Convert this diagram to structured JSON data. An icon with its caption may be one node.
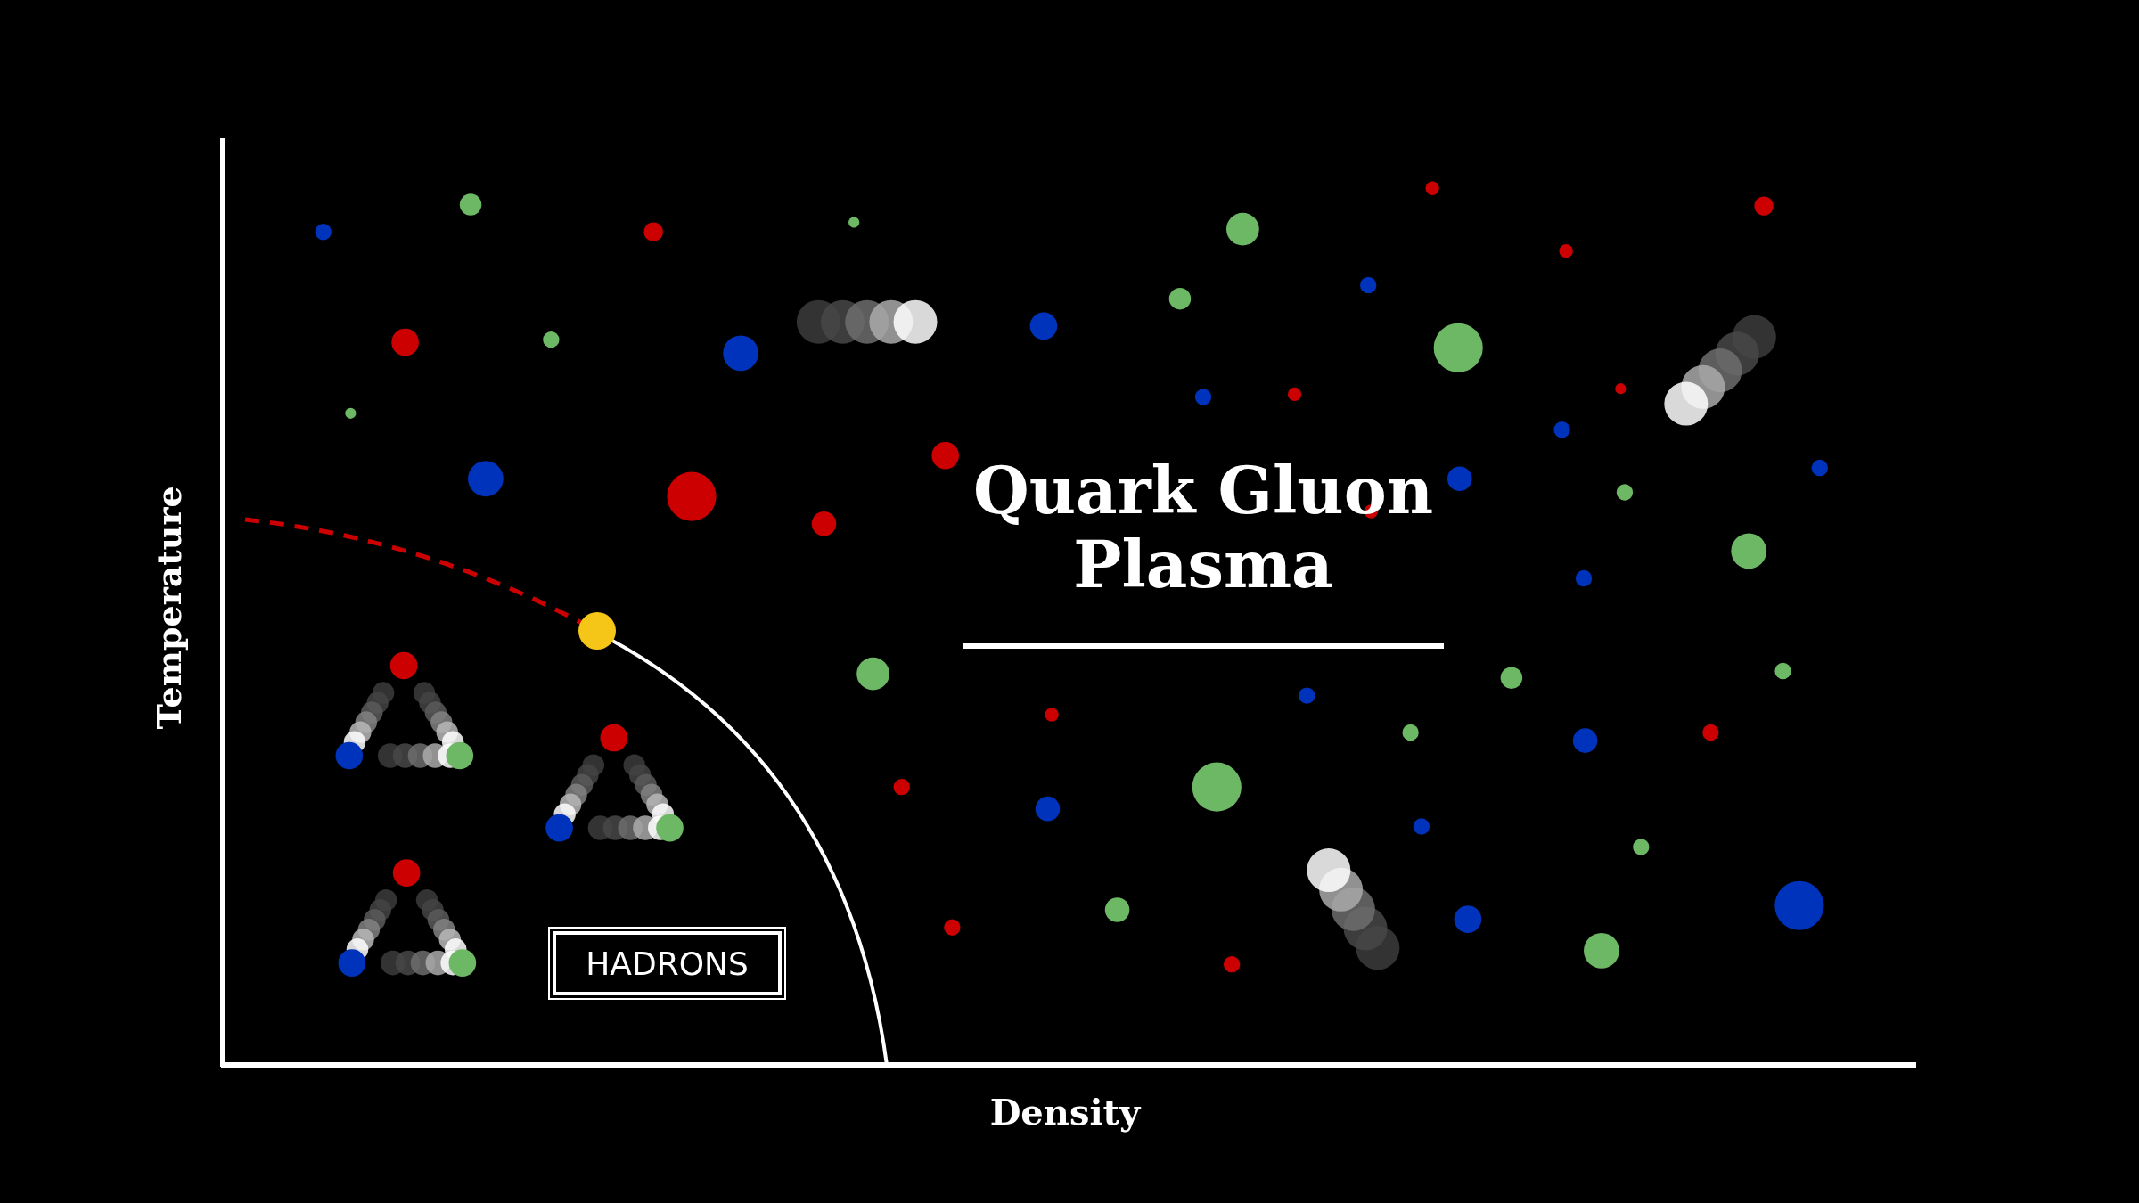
{
  "diagram": {
    "nodes": [
      {
        "text": [
          "HADRONS"
        ]
      }
    ],
    "edges": [],
    "labels": [
      "Quark Gluon Plasma",
      "Temperature",
      "Density"
    ]
  }
}
